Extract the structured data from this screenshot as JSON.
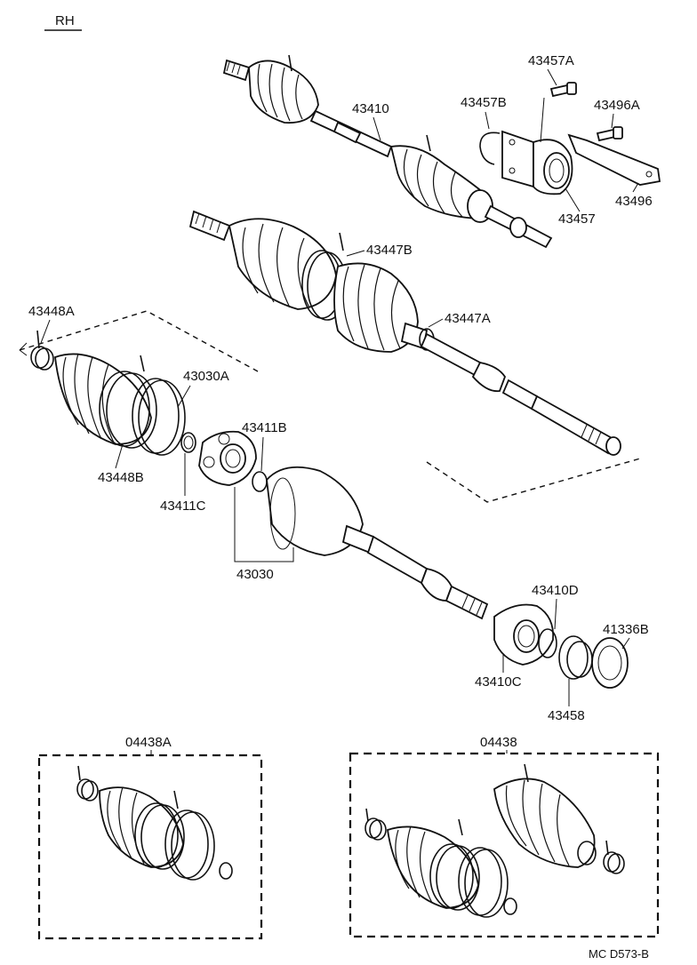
{
  "header": {
    "side_label": "RH"
  },
  "footer": {
    "code": "MC D573-B"
  },
  "parts": {
    "p43410": "43410",
    "p43457A": "43457A",
    "p43457B": "43457B",
    "p43496A": "43496A",
    "p43496": "43496",
    "p43457": "43457",
    "p43447B": "43447B",
    "p43447A": "43447A",
    "p43448A": "43448A",
    "p43030A": "43030A",
    "p43411B": "43411B",
    "p43448B": "43448B",
    "p43411C": "43411C",
    "p43030": "43030",
    "p43410D": "43410D",
    "p41336B": "41336B",
    "p43410C": "43410C",
    "p43458": "43458",
    "p04438A": "04438A",
    "p04438": "04438"
  }
}
